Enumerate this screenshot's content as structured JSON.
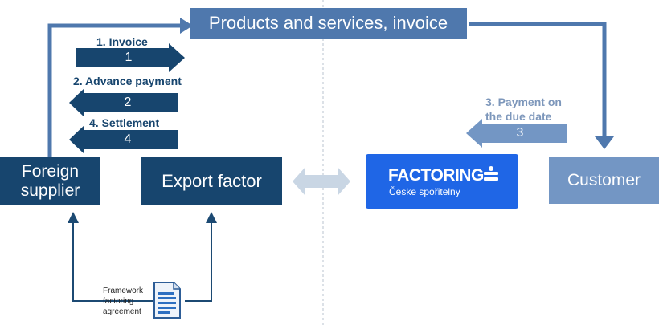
{
  "header": {
    "label": "Products and services, invoice"
  },
  "steps": [
    {
      "label": "1. Invoice",
      "num": "1"
    },
    {
      "label": "2. Advance payment",
      "num": "2"
    },
    {
      "label": "4. Settlement",
      "num": "4"
    },
    {
      "label": "3. Payment on\nthe due date",
      "num": "3"
    }
  ],
  "nodes": {
    "foreign_supplier": "Foreign\nsupplier",
    "export_factor": "Export factor",
    "customer": "Customer"
  },
  "logo": {
    "brand": "FACTORING",
    "sub": "Česke spořitelny"
  },
  "document": {
    "label": "Framework\nfactoring\nagreement"
  },
  "colors": {
    "dark_navy": "#17456e",
    "mid_blue": "#4f78ad",
    "light_blue": "#7396c4",
    "factoring_blue": "#1f66e6",
    "payment_label": "#7d97bb",
    "double_arrow": "#c9d6e4"
  }
}
